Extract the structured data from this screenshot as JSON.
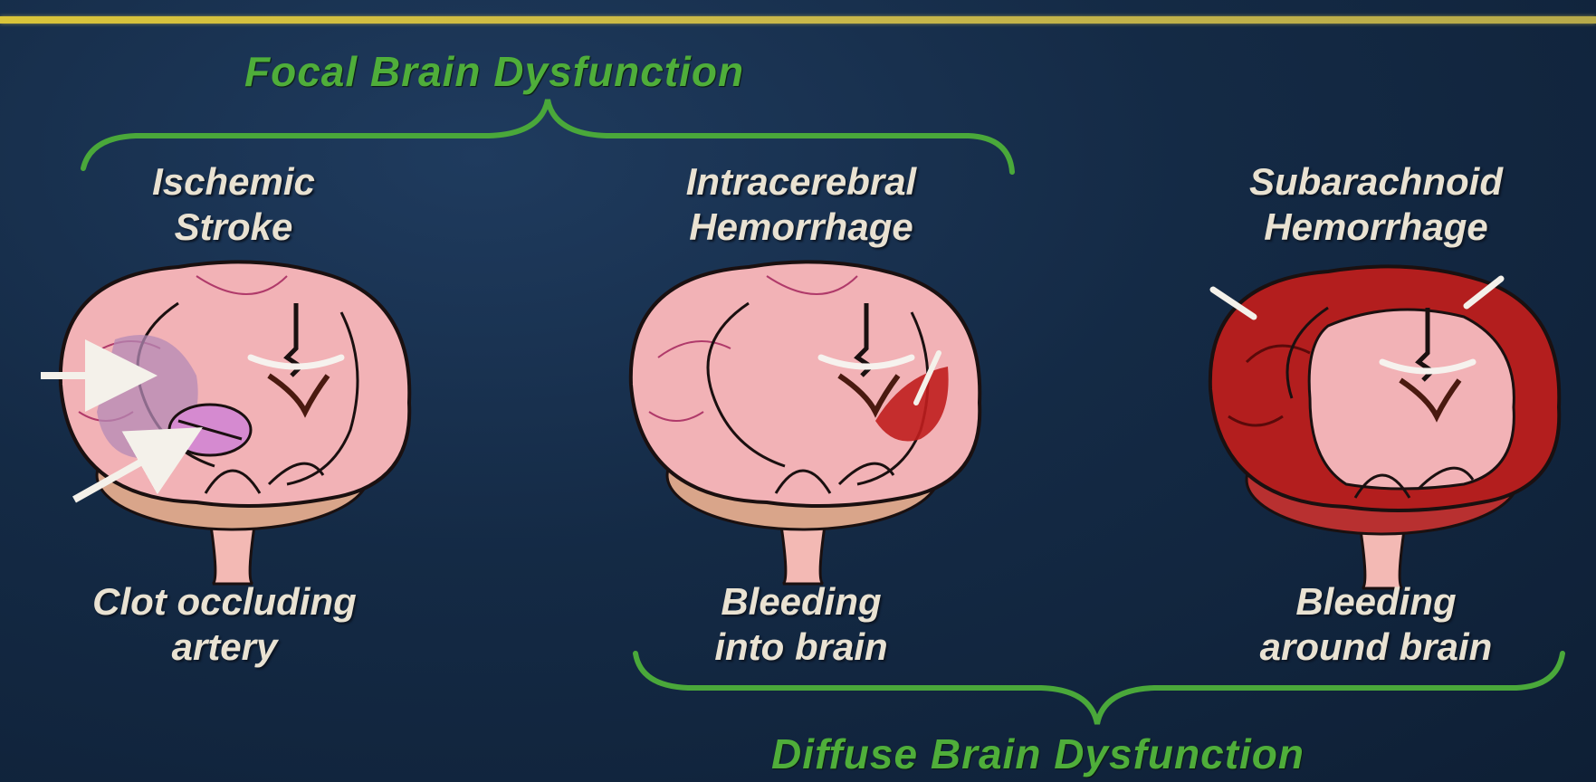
{
  "focal_heading": "Focal Brain Dysfunction",
  "diffuse_heading": "Diffuse Brain Dysfunction",
  "columns": [
    {
      "title_line1": "Ischemic",
      "title_line2": "Stroke",
      "caption_line1": "Clot occluding",
      "caption_line2": "artery"
    },
    {
      "title_line1": "Intracerebral",
      "title_line2": "Hemorrhage",
      "caption_line1": "Bleeding",
      "caption_line2": "into brain"
    },
    {
      "title_line1": "Subarachnoid",
      "title_line2": "Hemorrhage",
      "caption_line1": "Bleeding",
      "caption_line2": "around brain"
    }
  ],
  "colors": {
    "background": "#142a45",
    "accent_bar": "#d9c43a",
    "heading_green": "#4fae3a",
    "label_text": "#e9e2d2",
    "brain_pink": "#f2b2b6",
    "ischemic_purple": "#b48ab6",
    "hemorrhage_red": "#b31e1e"
  }
}
